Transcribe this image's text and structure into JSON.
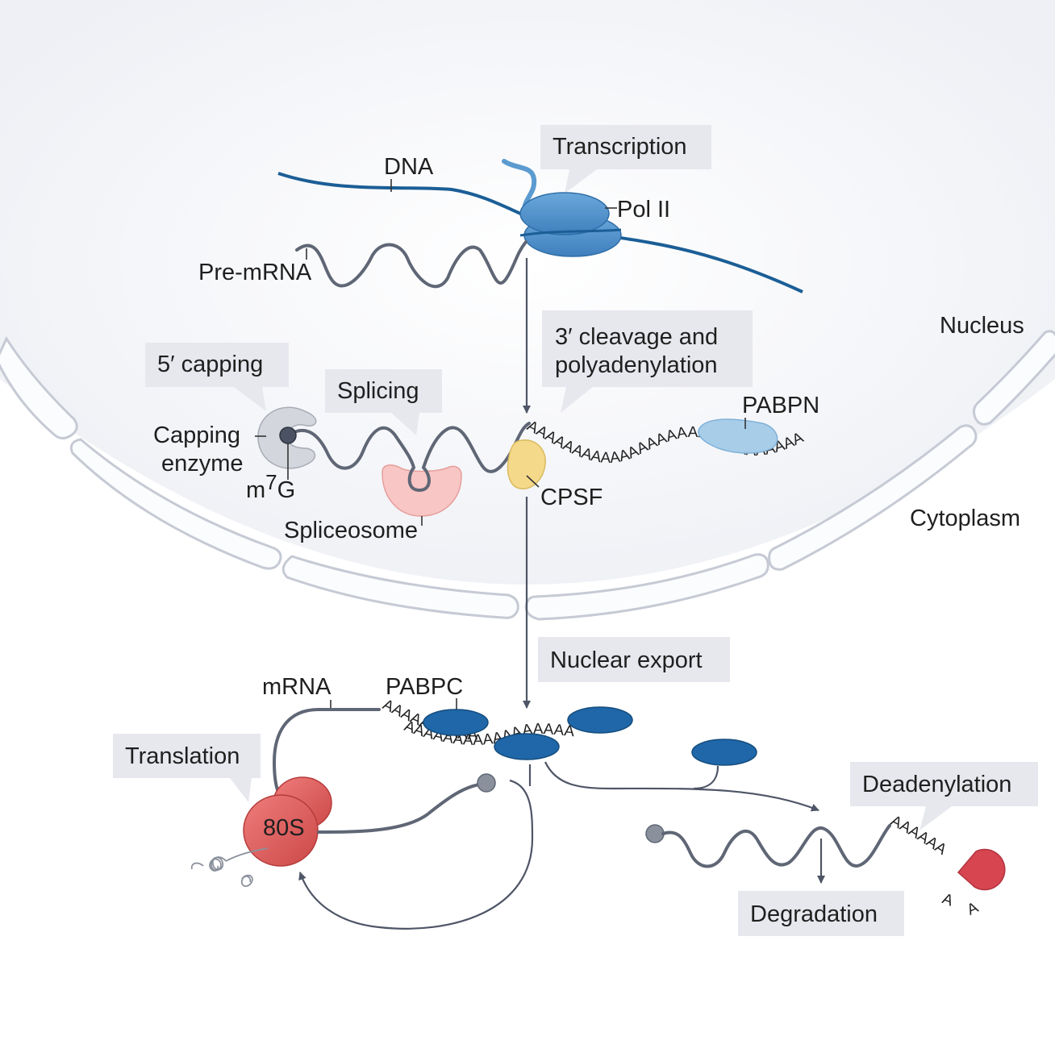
{
  "labels": {
    "transcription": "Transcription",
    "dna": "DNA",
    "pol2": "Pol II",
    "pre_mrna": "Pre-mRNA",
    "nucleus": "Nucleus",
    "cleavage_line1": "3′ cleavage and",
    "cleavage_line2": "polyadenylation",
    "capping": "5′ capping",
    "splicing": "Splicing",
    "pabpn": "PABPN",
    "capping_enzyme_line1": "Capping",
    "capping_enzyme_line2": "enzyme",
    "m7g": "m",
    "m7g_superscript": "7",
    "m7g_suffix": "G",
    "cpsf": "CPSF",
    "cytoplasm": "Cytoplasm",
    "spliceosome": "Spliceosome",
    "nuclear_export": "Nuclear export",
    "mrna": "mRNA",
    "pabpc": "PABPC",
    "translation": "Translation",
    "deadenylation": "Deadenylation",
    "ribosome": "80S",
    "degradation": "Degradation"
  },
  "poly_a": {
    "nuclear_tail": "AAAAAAAAAAAAAAAAAAAAAAAAAAAAAA",
    "cyto_tail_upper": "AAAAAAAAAA",
    "cyto_tail_lower": "AAAAAAAAAAAAAAAAA",
    "deadenylation_tail": "AAAAAA",
    "released_a1": "A",
    "released_a2": "A"
  },
  "colors": {
    "dna": "#1b5e96",
    "pol2": "#5b9bd0",
    "rna": "#5f6675",
    "spliceosome": "#f5c2c0",
    "cpsf": "#f4d98a",
    "pabpn": "#a8cde9",
    "pabpc": "#1f67a8",
    "ribosome": "#e05c5c",
    "deadenylase": "#d64550",
    "callout": "#e6e8ee",
    "envelope": "#c6cad4"
  }
}
